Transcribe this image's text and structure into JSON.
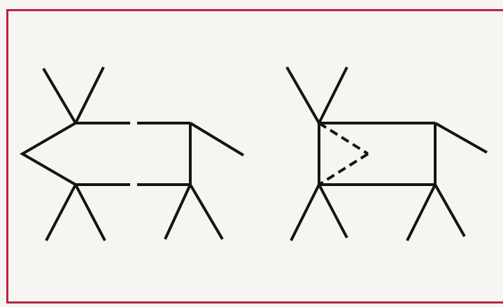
{
  "diagram": {
    "border_color": "#b8233f",
    "line_color": "#141414",
    "background": "#f7f5f1",
    "figures": [
      {
        "id": "left-figure",
        "description_label": "",
        "style": "gapped-outline"
      },
      {
        "id": "right-figure",
        "description_label": "",
        "style": "dashed-inner-lines"
      }
    ]
  }
}
